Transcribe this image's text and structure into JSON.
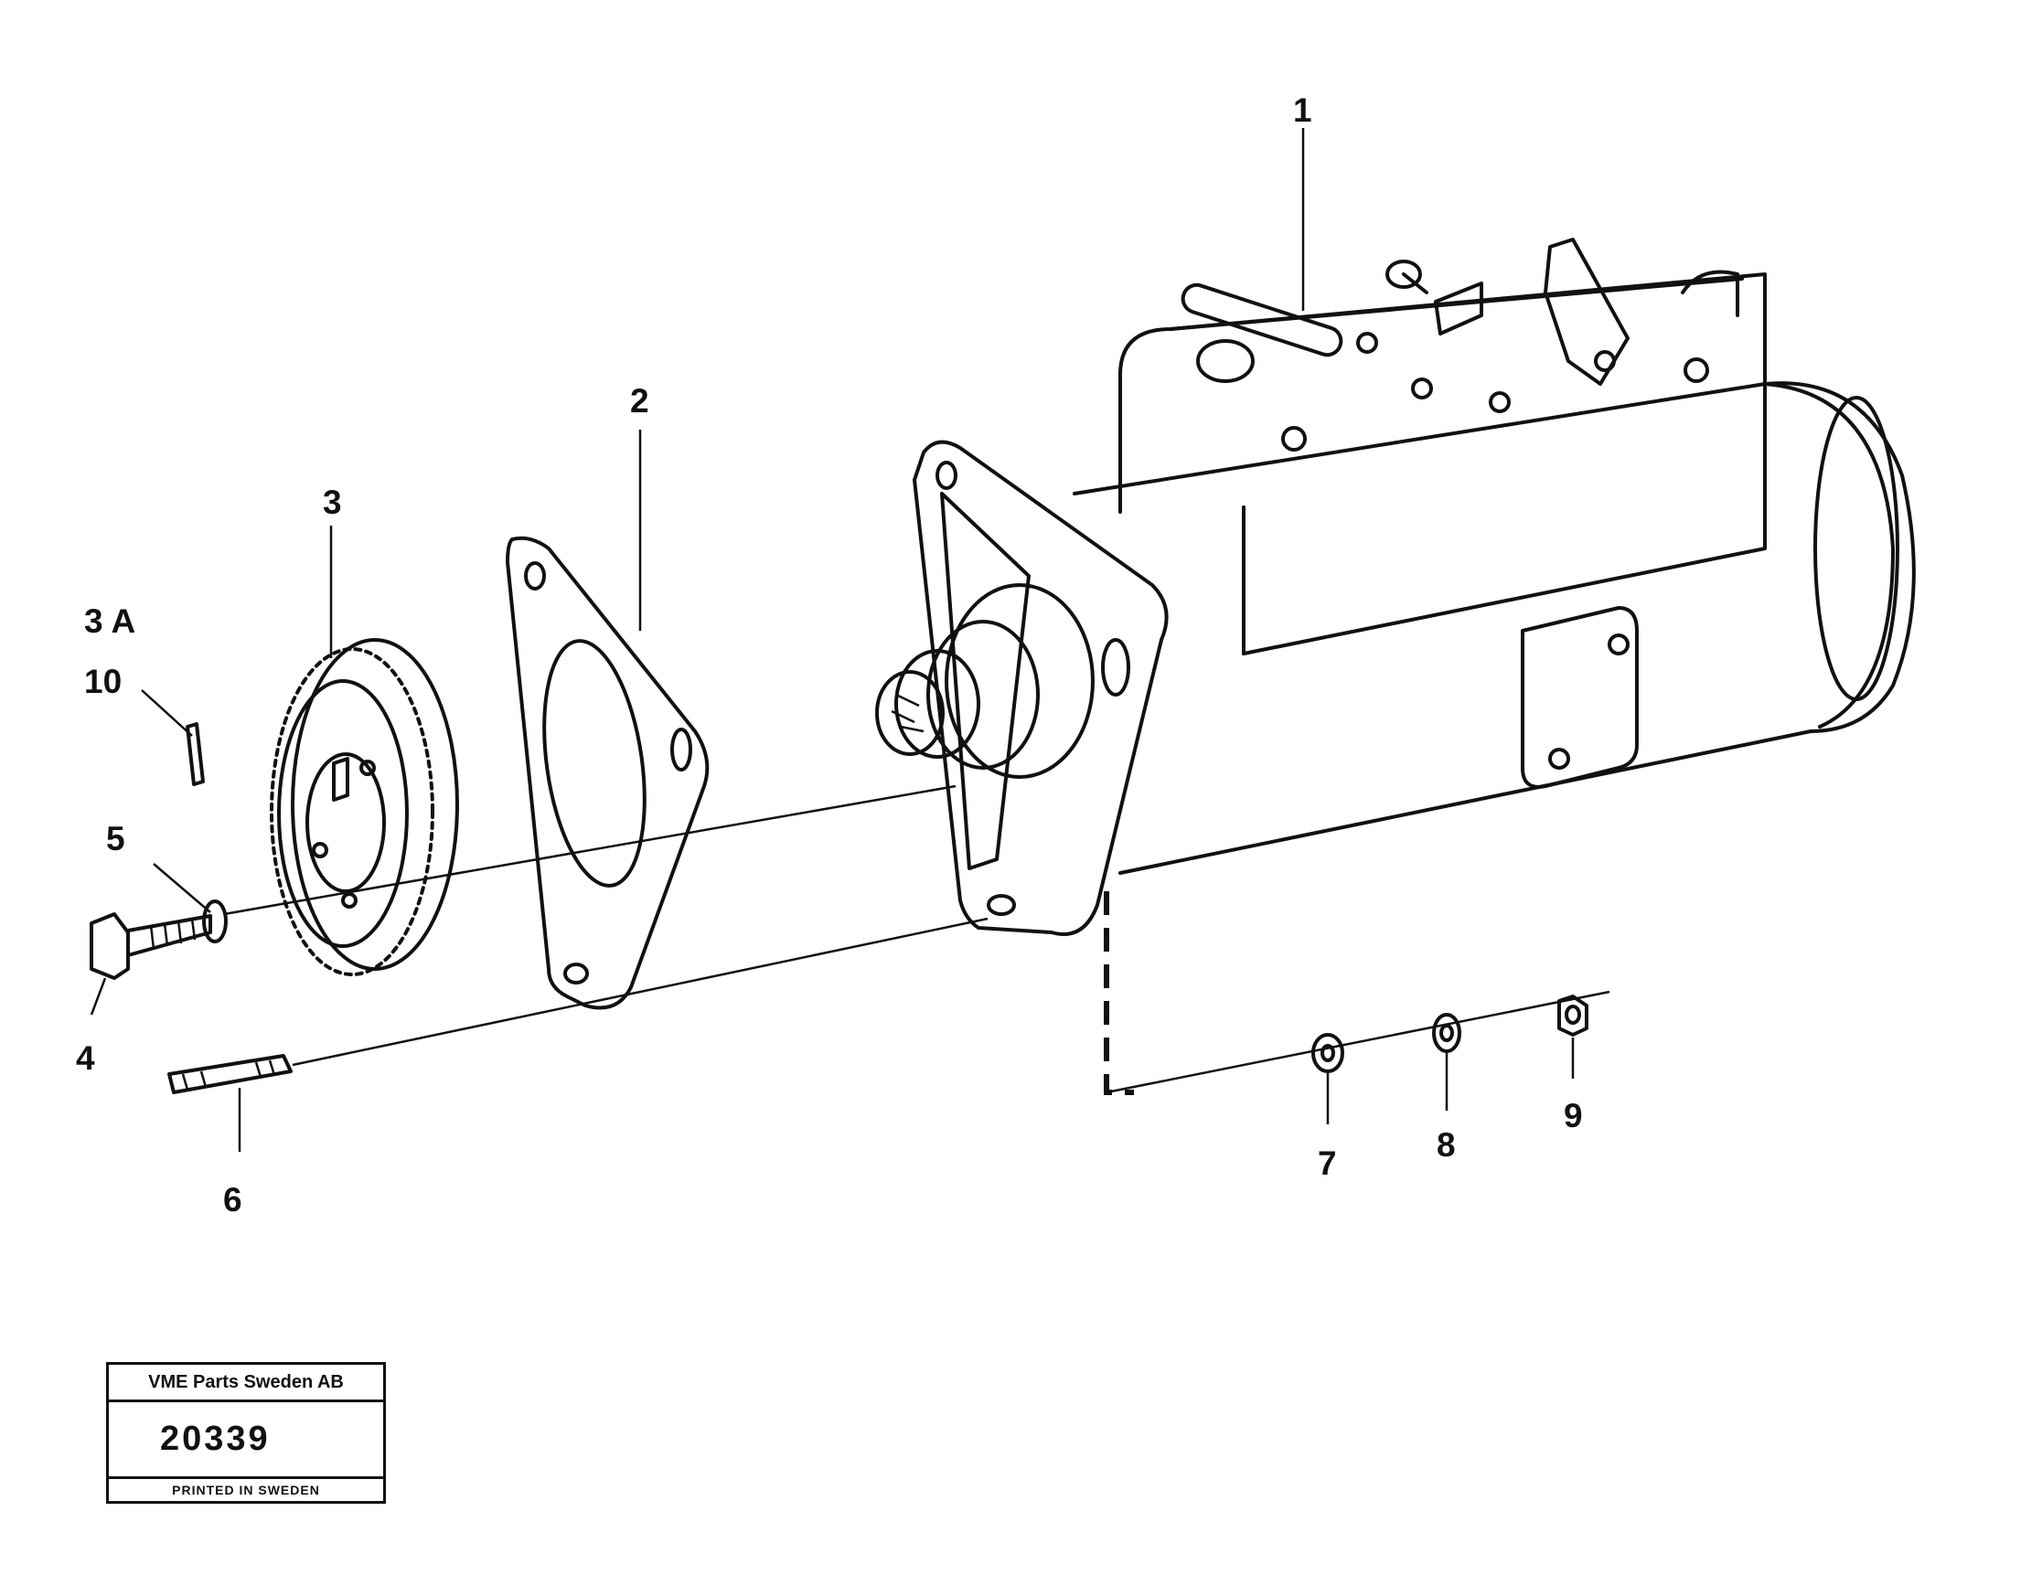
{
  "callouts": {
    "c1": "1",
    "c2": "2",
    "c3": "3",
    "c3a": "3 A",
    "c4": "4",
    "c5": "5",
    "c6": "6",
    "c7": "7",
    "c8": "8",
    "c9": "9",
    "c10": "10"
  },
  "stamp": {
    "company": "VME Parts Sweden AB",
    "number": "20339",
    "footer": "PRINTED IN SWEDEN"
  },
  "colors": {
    "ink": "#111111",
    "paper": "#ffffff"
  }
}
